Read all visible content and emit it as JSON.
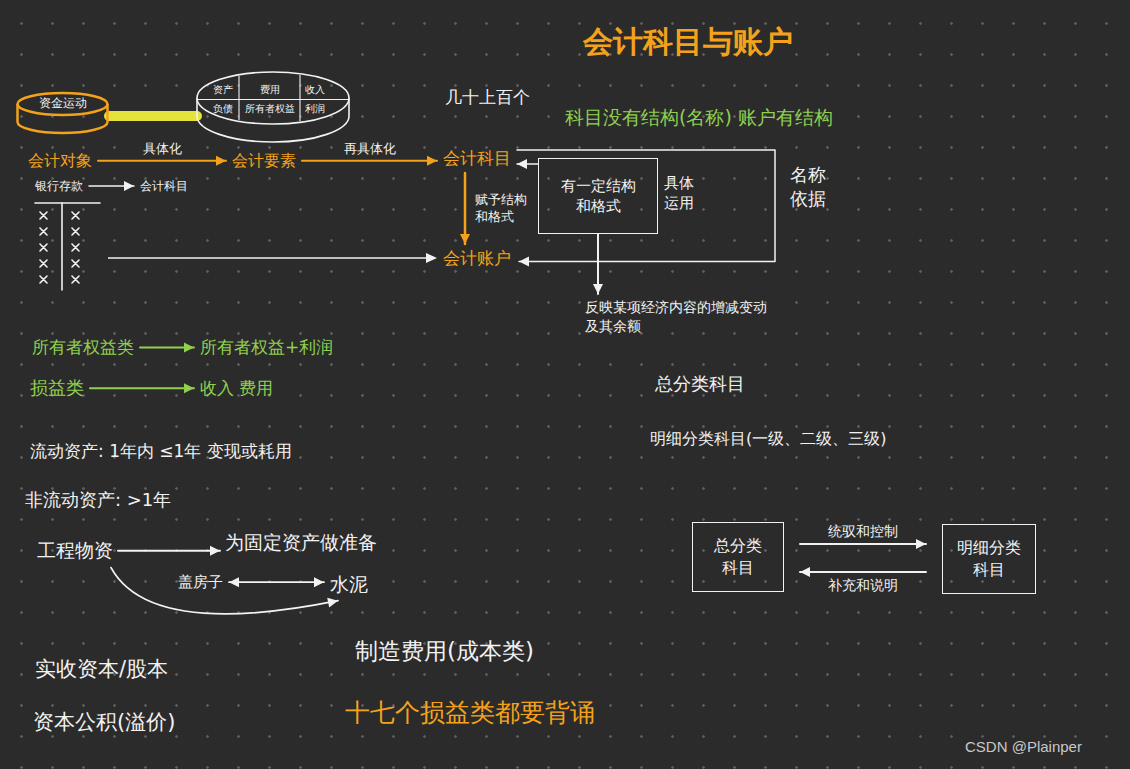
{
  "diagram": {
    "title": "会计科目与账户",
    "nodes": [
      {
        "text": [
          "资金运动"
        ]
      },
      {
        "text": [
          "费用",
          "收入",
          "利润",
          "资产",
          "负债",
          "所有者权益"
        ]
      },
      {
        "text": [
          "会计对象"
        ]
      },
      {
        "text": [
          "会计要素"
        ]
      },
      {
        "text": [
          "会计科目"
        ]
      },
      {
        "text": [
          "会计账户"
        ]
      },
      {
        "text": [
          "银行存款"
        ]
      },
      {
        "text": [
          "会计科目"
        ]
      },
      {
        "text": [
          "有一定结构和格式"
        ]
      },
      {
        "text": [
          "反映某项经济内容的增减变动及其余额"
        ]
      },
      {
        "text": [
          "所有者权益类"
        ]
      },
      {
        "text": [
          "所有者权益+利润"
        ]
      },
      {
        "text": [
          "损益类"
        ]
      },
      {
        "text": [
          "收入 费用"
        ]
      },
      {
        "text": [
          "工程物资"
        ]
      },
      {
        "text": [
          "为固定资产做准备"
        ]
      },
      {
        "text": [
          "盖房子"
        ]
      },
      {
        "text": [
          "水泥"
        ]
      },
      {
        "text": [
          "总分类科目"
        ]
      },
      {
        "text": [
          "明细分类科目"
        ]
      }
    ],
    "edges": [
      {
        "from": 0,
        "to": 1,
        "arrow": "none"
      },
      {
        "from": 2,
        "to": 3,
        "label": "具体化",
        "arrow": "to"
      },
      {
        "from": 3,
        "to": 4,
        "label": "再具体化",
        "arrow": "to"
      },
      {
        "from": 4,
        "to": 5,
        "label": "赋予结构和格式",
        "arrow": "to"
      },
      {
        "from": 6,
        "to": 7,
        "arrow": "to"
      },
      {
        "from": 4,
        "to": 5,
        "arrow": "to"
      },
      {
        "from": 8,
        "to": 4,
        "arrow": "to"
      },
      {
        "from": 8,
        "to": 9,
        "arrow": "to"
      },
      {
        "from": 10,
        "to": 11,
        "arrow": "to"
      },
      {
        "from": 12,
        "to": 13,
        "arrow": "to"
      },
      {
        "from": 14,
        "to": 15,
        "arrow": "to"
      },
      {
        "from": 16,
        "to": 17,
        "arrow": "both"
      },
      {
        "from": 14,
        "to": 17,
        "arrow": "to"
      },
      {
        "from": 18,
        "to": 19,
        "label": "统驭和控制",
        "arrow": "to"
      },
      {
        "from": 19,
        "to": 18,
        "label": "补充和说明",
        "arrow": "to"
      }
    ],
    "labels": [
      "几十上百个",
      "科目没有结构(名称) 账户有结构",
      "具体运用",
      "名称 依据",
      "总分类科目",
      "明细分类科目(一级、二级、三级)",
      "流动资产: 1年内 ≤1年 变现或耗用",
      "非流动资产: >1年",
      "实收资本/股本",
      "资本公积(溢价)",
      "制造费用(成本类)",
      "十七个损益类都要背诵",
      "CSDN @Plainper"
    ]
  }
}
